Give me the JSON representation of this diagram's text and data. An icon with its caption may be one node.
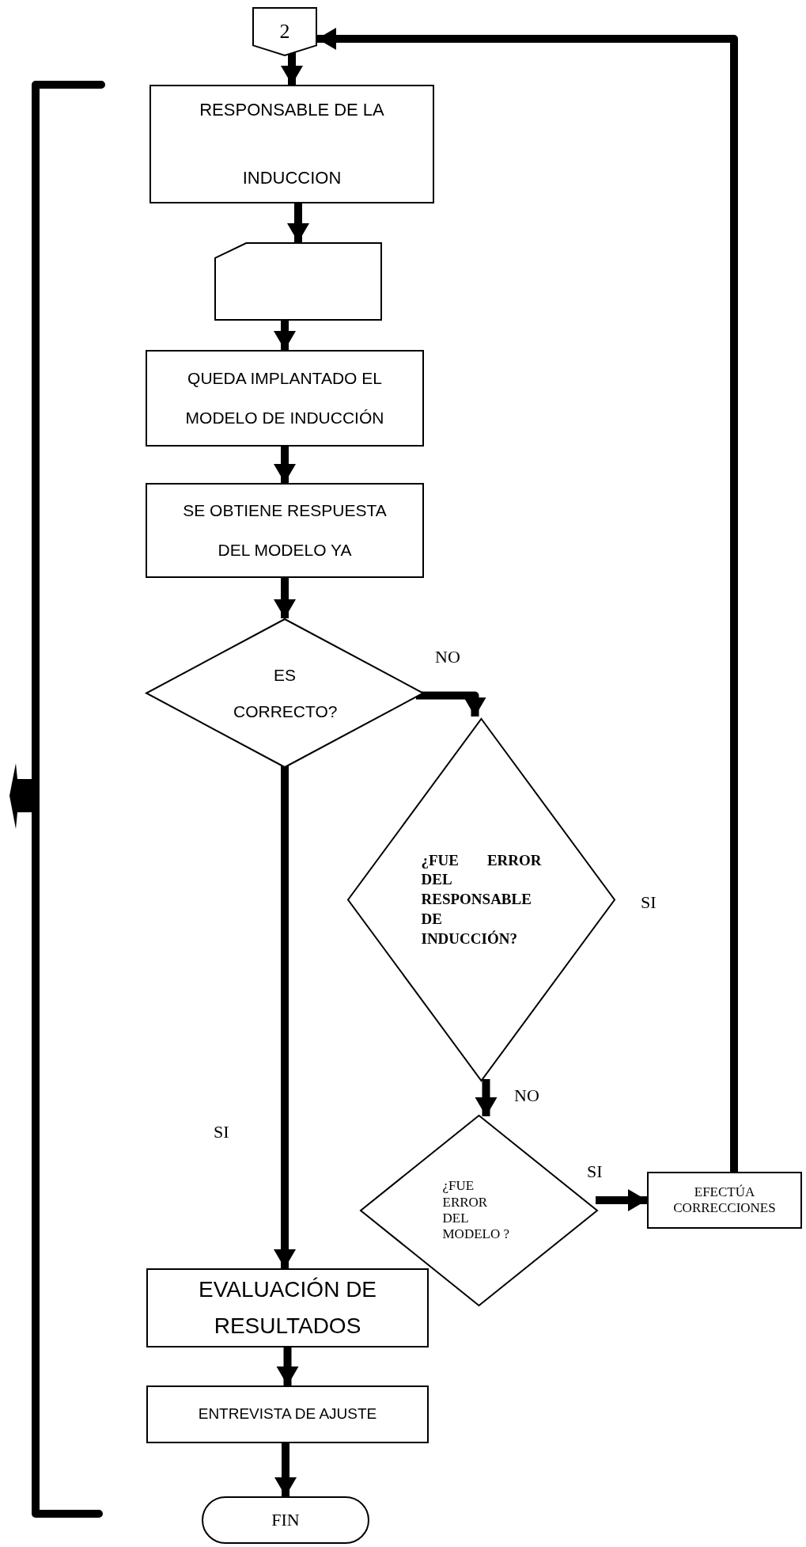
{
  "diagram": {
    "nodes": [
      {
        "text": [
          "2"
        ]
      },
      {
        "text": [
          "RESPONSABLE DE LA INDUCCION"
        ]
      },
      {
        "text": [],
        "shape": "card"
      },
      {
        "text": [
          "QUEDA IMPLANTADO EL MODELO DE INDUCCIÓN"
        ]
      },
      {
        "text": [
          "SE OBTIENE RESPUESTA DEL MODELO YA"
        ]
      },
      {
        "text": [
          "ES CORRECTO?"
        ]
      },
      {
        "text": [
          "¿FUE ERROR DEL RESPONSABLE DE INDUCCIÓN?"
        ]
      },
      {
        "text": [
          "¿FUE ERROR DEL MODELO ?"
        ]
      },
      {
        "text": [
          "EFECTÚA CORRECCIONES"
        ]
      },
      {
        "text": [
          "EVALUACIÓN DE RESULTADOS"
        ]
      },
      {
        "text": [
          "ENTREVISTA DE AJUSTE"
        ]
      },
      {
        "text": [
          "FIN"
        ]
      }
    ],
    "edges": [
      {
        "from": 0,
        "to": 1,
        "arrow": "to"
      },
      {
        "from": 1,
        "to": 2,
        "arrow": "to"
      },
      {
        "from": 2,
        "to": 3,
        "arrow": "to"
      },
      {
        "from": 3,
        "to": 4,
        "arrow": "to"
      },
      {
        "from": 4,
        "to": 5,
        "arrow": "to"
      },
      {
        "from": 5,
        "to": 6,
        "arrow": "to",
        "label": "NO"
      },
      {
        "from": 5,
        "to": 9,
        "arrow": "to",
        "label": "SI"
      },
      {
        "from": 6,
        "to": 7,
        "arrow": "to",
        "label": "NO"
      },
      {
        "from": 7,
        "to": 8,
        "arrow": "to",
        "label": "SI"
      },
      {
        "from": 8,
        "to": 0,
        "arrow": "to"
      },
      {
        "from": 9,
        "to": 10,
        "arrow": "to"
      },
      {
        "from": 10,
        "to": 11,
        "arrow": "to"
      }
    ],
    "labels": [
      "SI"
    ]
  }
}
